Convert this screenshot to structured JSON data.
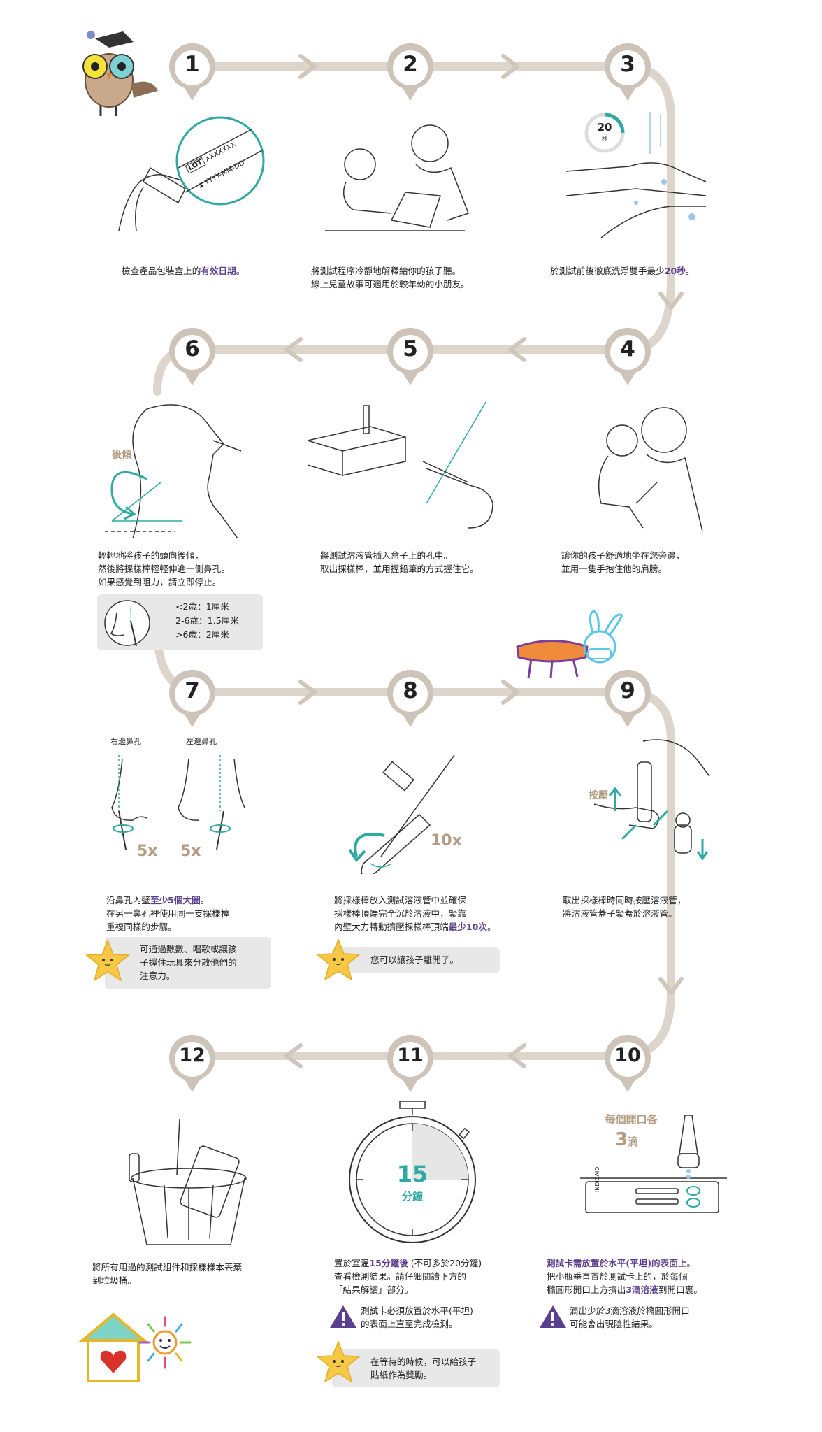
{
  "steps": [
    {
      "number": "1",
      "caption": [
        {
          "parts": [
            {
              "t": "檢查產品包裝盒上的"
            },
            {
              "t": "有效日期",
              "hl": true
            },
            {
              "t": "。"
            }
          ]
        }
      ]
    },
    {
      "number": "2",
      "caption": [
        {
          "parts": [
            {
              "t": "將測試程序冷靜地解釋給你的孩子聽。"
            }
          ]
        },
        {
          "parts": [
            {
              "t": "線上兒童故事可適用於較年幼的小朋友。"
            }
          ]
        }
      ]
    },
    {
      "number": "3",
      "caption": [
        {
          "parts": [
            {
              "t": "於測試前後徹底洗淨雙手最少"
            },
            {
              "t": "20秒",
              "hl": true
            },
            {
              "t": "。"
            }
          ]
        }
      ]
    },
    {
      "number": "4",
      "caption": [
        {
          "parts": [
            {
              "t": "讓你的孩子舒適地坐在您旁邊，"
            }
          ]
        },
        {
          "parts": [
            {
              "t": "並用一隻手抱住他的肩膀。"
            }
          ]
        }
      ]
    },
    {
      "number": "5",
      "caption": [
        {
          "parts": [
            {
              "t": "將測試溶液管插入盒子上的孔中。"
            }
          ]
        },
        {
          "parts": [
            {
              "t": "取出採樣棒，並用握鉛筆的方式握住它。"
            }
          ]
        }
      ]
    },
    {
      "number": "6",
      "caption": [
        {
          "parts": [
            {
              "t": "輕輕地將孩子的頭向後傾，"
            }
          ]
        },
        {
          "parts": [
            {
              "t": "然後將採樣棒輕輕伸進一側鼻孔。"
            }
          ]
        },
        {
          "parts": [
            {
              "t": "如果感覺到阻力，請立即停止。"
            }
          ]
        }
      ]
    },
    {
      "number": "7",
      "caption": [
        {
          "parts": [
            {
              "t": "沿鼻孔內壁"
            },
            {
              "t": "至少5個大圈",
              "hl": true
            },
            {
              "t": "。"
            }
          ]
        },
        {
          "parts": [
            {
              "t": "在另一鼻孔裡使用同一支採樣棒"
            }
          ]
        },
        {
          "parts": [
            {
              "t": "重複同樣的步驟。"
            }
          ]
        }
      ]
    },
    {
      "number": "8",
      "caption": [
        {
          "parts": [
            {
              "t": "將採樣棒放入測試溶液管中並確保"
            }
          ]
        },
        {
          "parts": [
            {
              "t": "採樣棒頂端完全沉於溶液中，緊靠"
            }
          ]
        },
        {
          "parts": [
            {
              "t": "內壁大力轉動擠壓採樣棒頂端"
            },
            {
              "t": "最少10次",
              "hl": true
            },
            {
              "t": "。"
            }
          ]
        }
      ]
    },
    {
      "number": "9",
      "caption": [
        {
          "parts": [
            {
              "t": "取出採樣棒時同時按壓溶液管，"
            }
          ]
        },
        {
          "parts": [
            {
              "t": "將溶液管蓋子緊蓋於溶液管。"
            }
          ]
        }
      ]
    },
    {
      "number": "10",
      "caption": [
        {
          "parts": [
            {
              "t": "測試卡需放置於水平(平坦)的表面上",
              "hl": true
            },
            {
              "t": "。"
            }
          ]
        },
        {
          "parts": [
            {
              "t": "把小瓶垂直置於測試卡上的，於每個"
            }
          ]
        },
        {
          "parts": [
            {
              "t": "橢圓形開口上方擠出"
            },
            {
              "t": "3滴溶液",
              "hl": true
            },
            {
              "t": "到開口裏。"
            }
          ]
        }
      ]
    },
    {
      "number": "11",
      "caption": [
        {
          "parts": [
            {
              "t": "置於室溫"
            },
            {
              "t": "15分鐘後",
              "hl": true
            },
            {
              "t": " (不可多於20分鐘)"
            }
          ]
        },
        {
          "parts": [
            {
              "t": "查看檢測結果。請仔細閱讀下方的"
            }
          ]
        },
        {
          "parts": [
            {
              "t": "「結果解讀」部分。"
            }
          ]
        }
      ]
    },
    {
      "number": "12",
      "caption": [
        {
          "parts": [
            {
              "t": "將所有用過的測試組件和採樣樣本丟棄"
            }
          ]
        },
        {
          "parts": [
            {
              "t": "到垃圾桶。"
            }
          ]
        }
      ]
    }
  ],
  "labels": {
    "lot": "XXXXXXX",
    "lot_tag": "LOT",
    "expiry": "YYYY-MM-DD",
    "timer_seconds": "20",
    "timer_unit": "秒",
    "tilt_back": "後傾",
    "right_nostril": "右邊鼻孔",
    "left_nostril": "左邊鼻孔",
    "rotate_count_right": "5x",
    "rotate_count_left": "5x",
    "swirl_count": "10x",
    "press": "按壓",
    "drops_line1": "每個開口各",
    "drops_num": "3",
    "drops_unit": "滴",
    "brand": "INDICAID",
    "stopwatch_value": "15",
    "stopwatch_unit": "分鐘"
  },
  "depth_chart": [
    "<2歲：1厘米",
    "2-6歲：1.5厘米",
    ">6歲：2厘米"
  ],
  "notes": {
    "step7": [
      "可通過數數、唱歌或讓孩",
      "子握住玩具來分散他們的",
      "注意力。"
    ],
    "step8": [
      "您可以讓孩子離開了。"
    ],
    "step11": [
      "在等待的時候，可以給孩子",
      "貼紙作為獎勵。"
    ]
  },
  "warnings": {
    "step10": [
      "滴出少於3滴溶液於橢圓形開口",
      "可能會出現陰性結果。"
    ],
    "step11": [
      "測試卡必須放置於水平(平坦)",
      "的表面上直至完成檢測。"
    ]
  },
  "colors": {
    "path": "#d8cfc4",
    "pin": "#cdc3b8",
    "highlight": "#5a3f8e",
    "teal": "#2eaaa2",
    "tan": "#b39c82",
    "note_bg": "#e8e8e8",
    "star": "#f7c844",
    "warn": "#5a3f8e"
  }
}
